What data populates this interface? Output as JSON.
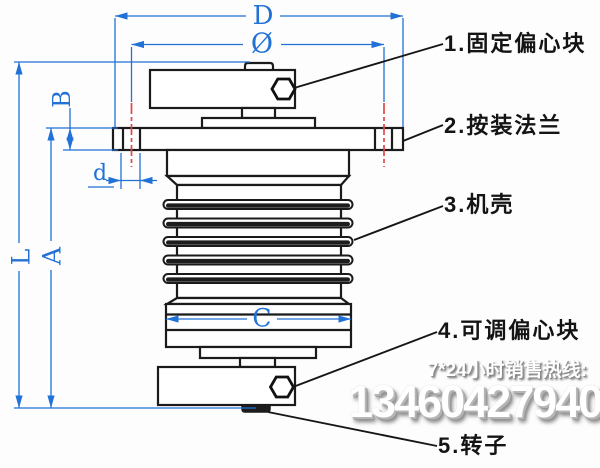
{
  "callouts": [
    {
      "num": "1",
      "label": "1.固定偏心块"
    },
    {
      "num": "2",
      "label": "2.按装法兰"
    },
    {
      "num": "3",
      "label": "3.机壳"
    },
    {
      "num": "4",
      "label": "4.可调偏心块"
    },
    {
      "num": "5",
      "label": "5.转子"
    }
  ],
  "dimension_labels": {
    "overall_width": "D",
    "bolt_circle_diameter": "Ø",
    "flange_thickness": "B",
    "bolt_hole_diameter": "d",
    "total_height": "L",
    "body_height": "A",
    "case_width": "C"
  },
  "watermark": {
    "hotline_label": "7*24小时销售热线:",
    "phone_number": "13460427940"
  },
  "colors": {
    "dimension_blue": "#2171d6",
    "centerline_red": "#e04848",
    "outline_black": "#1b1b1b",
    "watermark_white": "#ffffff"
  }
}
